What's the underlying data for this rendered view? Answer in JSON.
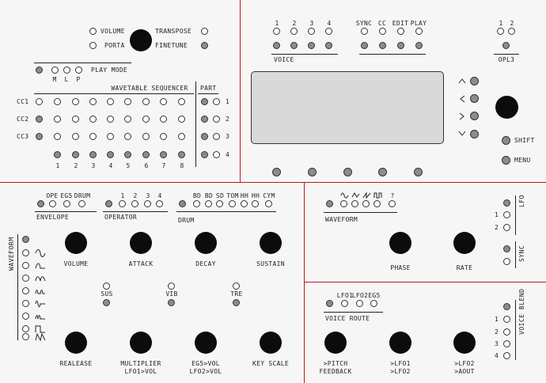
{
  "colors": {
    "background": "#f6f6f6",
    "led_on": "#8c8c8c",
    "divider": "#b51d1d",
    "screen": "#d9d9d9",
    "knob": "#0c0c0c"
  },
  "top_left": {
    "volume": "VOLUME",
    "porta": "PORTA",
    "transpose": "TRANSPOSE",
    "finetune": "FINETUNE",
    "play_mode": "PLAY MODE",
    "play_mode_options": [
      "M",
      "L",
      "P"
    ],
    "sequencer_title": "WAVETABLE SEQUENCER",
    "part": "PART",
    "rows": [
      "CC1",
      "CC2",
      "CC3"
    ],
    "steps": [
      "1",
      "2",
      "3",
      "4",
      "5",
      "6",
      "7",
      "8"
    ],
    "parts": [
      "1",
      "2",
      "3",
      "4"
    ]
  },
  "top_right": {
    "voice_numbers": [
      "1",
      "2",
      "3",
      "4"
    ],
    "voice": "VOICE",
    "modes": [
      "SYNC",
      "CC",
      "EDIT",
      "PLAY"
    ],
    "opl3_numbers": [
      "1",
      "2"
    ],
    "opl3": "OPL3",
    "shift": "SHIFT",
    "menu": "MENU",
    "arrow_icons": [
      "up-arrow-icon",
      "left-arrow-icon",
      "right-arrow-icon",
      "down-arrow-icon"
    ]
  },
  "bottom_left": {
    "envelope_options": [
      "OPE",
      "EG5",
      "DRUM"
    ],
    "envelope": "ENVELOPE",
    "operator_numbers": [
      "1",
      "2",
      "3",
      "4"
    ],
    "operator": "OPERATOR",
    "drum_options": [
      "BD",
      "BD",
      "SD",
      "TOM",
      "HH",
      "HH",
      "CYM"
    ],
    "drum": "DRUM",
    "waveform": "WAVEFORM",
    "knobs_row1": [
      "VOLUME",
      "ATTACK",
      "DECAY",
      "SUSTAIN"
    ],
    "sus": "SUS",
    "vib": "VIB",
    "tre": "TRE",
    "knobs_row2": [
      "REALEASE",
      "MULTIPLIER",
      "EG5>VOL",
      "KEY SCALE"
    ],
    "knobs_row2_sub": [
      "",
      "LFO1>VOL",
      "LFO2>VOL",
      ""
    ]
  },
  "bottom_right": {
    "waveform": "WAVEFORM",
    "waveform_question": "?",
    "phase": "PHASE",
    "rate": "RATE",
    "lfo": "LFO",
    "lfo_options": [
      "1",
      "2"
    ],
    "sync": "SYNC",
    "voice_route_options": [
      "LFO1",
      "LFO2",
      "EG5"
    ],
    "voice_route": "VOICE ROUTE",
    "route_knobs": [
      ">PITCH",
      ">LFO1",
      ">LFO2"
    ],
    "route_knobs_sub": [
      "FEEDBACK",
      ">LFO2",
      ">AOUT"
    ],
    "voice_blend": "VOICE BLEND",
    "voice_blend_options": [
      "1",
      "2",
      "3",
      "4"
    ]
  }
}
